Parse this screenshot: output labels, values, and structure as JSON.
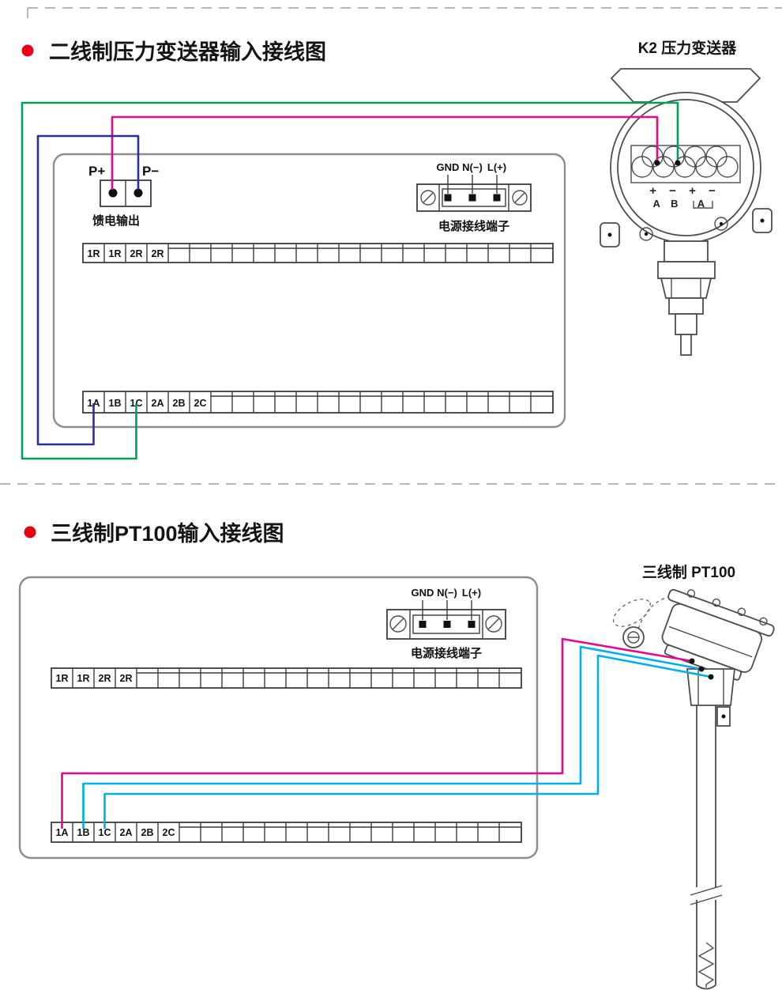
{
  "colors": {
    "wire_green": "#00A05A",
    "wire_magenta": "#E8068C",
    "wire_navy": "#2B2E9C",
    "wire_cyan": "#00AEEF",
    "bullet": "#E60012"
  },
  "section1": {
    "title": "二线制压力变送器输入接线图",
    "device_label": "K2 压力变送器",
    "p_plus_label": "P+",
    "p_minus_label": "P−",
    "feed_output_label": "馈电输出",
    "power_terminal_label": "电源接线端子",
    "power_pins": [
      "GND",
      "N(−)",
      "L(+)"
    ],
    "top_strip_labels": [
      "1R",
      "1R",
      "2R",
      "2R"
    ],
    "bottom_strip_labels": [
      "1A",
      "1B",
      "1C",
      "2A",
      "2B",
      "2C"
    ],
    "transmitter": {
      "polarity": "+ − + −",
      "ab": "A B",
      "a2": "A"
    }
  },
  "section2": {
    "title": "三线制PT100输入接线图",
    "device_label": "三线制  PT100",
    "power_terminal_label": "电源接线端子",
    "power_pins": [
      "GND",
      "N(−)",
      "L(+)"
    ],
    "top_strip_labels": [
      "1R",
      "1R",
      "2R",
      "2R"
    ],
    "bottom_strip_labels": [
      "1A",
      "1B",
      "1C",
      "2A",
      "2B",
      "2C"
    ]
  }
}
